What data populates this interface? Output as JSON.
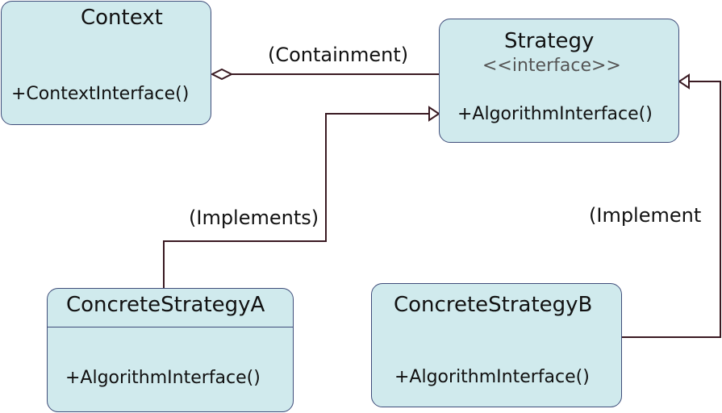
{
  "diagram": {
    "context": {
      "title": "Context",
      "method": "+ContextInterface()"
    },
    "strategy": {
      "title": "Strategy",
      "stereotype": "<<interface>>",
      "method": "+AlgorithmInterface()"
    },
    "concrete_a": {
      "title": "ConcreteStrategyA",
      "method": "+AlgorithmInterface()"
    },
    "concrete_b": {
      "title": "ConcreteStrategyB",
      "method": "+AlgorithmInterface()"
    },
    "labels": {
      "containment": "(Containment)",
      "implements_a": "(Implements)",
      "implements_b": "(Implement"
    },
    "colors": {
      "box_fill": "#d0eaed",
      "box_border": "#3f4d7a",
      "connector": "#3a1a22"
    }
  }
}
